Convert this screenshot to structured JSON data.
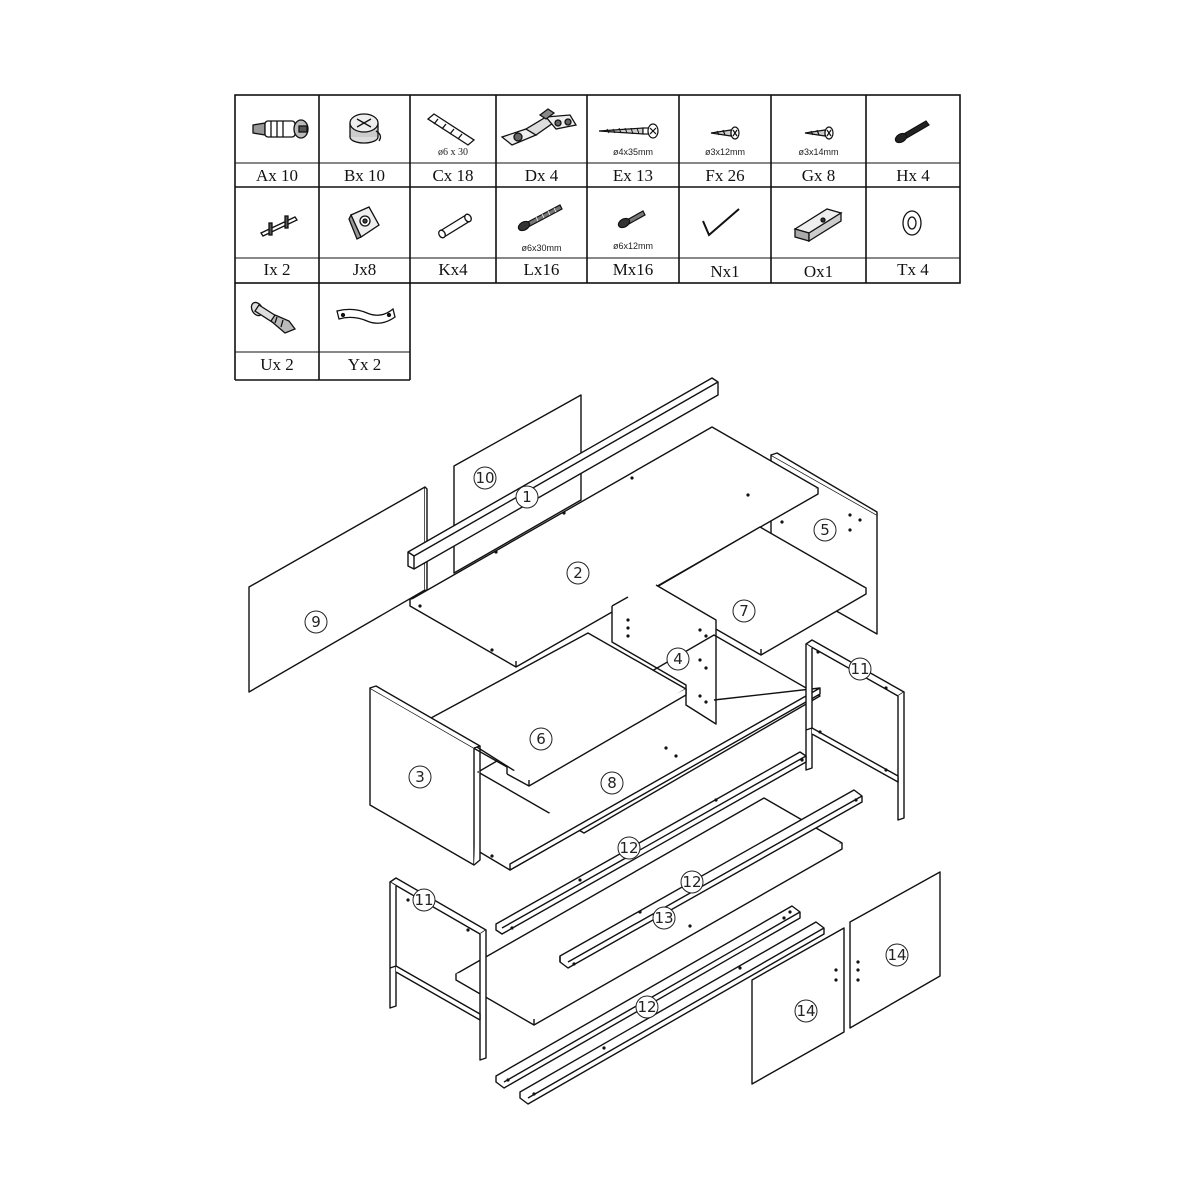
{
  "parts": [
    {
      "id": "A",
      "label": "Ax 10",
      "icon": "cam-bolt-icon"
    },
    {
      "id": "B",
      "label": "Bx 10",
      "icon": "cam-lock-icon"
    },
    {
      "id": "C",
      "label": "Cx 18",
      "icon": "wooden-dowel-icon",
      "spec": "ø6 x 30"
    },
    {
      "id": "D",
      "label": "Dx 4",
      "icon": "hinge-icon"
    },
    {
      "id": "E",
      "label": "Ex 13",
      "icon": "long-screw-icon",
      "spec": "ø4x35mm"
    },
    {
      "id": "F",
      "label": "Fx 26",
      "icon": "short-screw-icon",
      "spec": "ø3x12mm"
    },
    {
      "id": "G",
      "label": "Gx 8",
      "icon": "short-screw-icon",
      "spec": "ø3x14mm"
    },
    {
      "id": "H",
      "label": "Hx 4",
      "icon": "black-bolt-icon"
    },
    {
      "id": "I",
      "label": "Ix 2",
      "icon": "handle-icon"
    },
    {
      "id": "J",
      "label": "Jx8",
      "icon": "corner-bracket-icon"
    },
    {
      "id": "K",
      "label": "Kx4",
      "icon": "dowel-icon"
    },
    {
      "id": "L",
      "label": "Lx16",
      "icon": "machine-bolt-icon",
      "spec": "ø6x30mm"
    },
    {
      "id": "M",
      "label": "Mx16",
      "icon": "machine-bolt-short-icon",
      "spec": "ø6x12mm"
    },
    {
      "id": "N",
      "label": "Nx1",
      "icon": "allen-key-icon"
    },
    {
      "id": "O",
      "label": "Ox1",
      "icon": "block-icon"
    },
    {
      "id": "T",
      "label": "Tx 4",
      "icon": "washer-icon"
    },
    {
      "id": "U",
      "label": "Ux 2",
      "icon": "wall-anchor-icon"
    },
    {
      "id": "Y",
      "label": "Yx 2",
      "icon": "strap-icon"
    }
  ],
  "callouts": [
    "1",
    "2",
    "3",
    "4",
    "5",
    "6",
    "7",
    "8",
    "9",
    "10",
    "11",
    "11",
    "12",
    "12",
    "12",
    "13",
    "14",
    "14"
  ]
}
